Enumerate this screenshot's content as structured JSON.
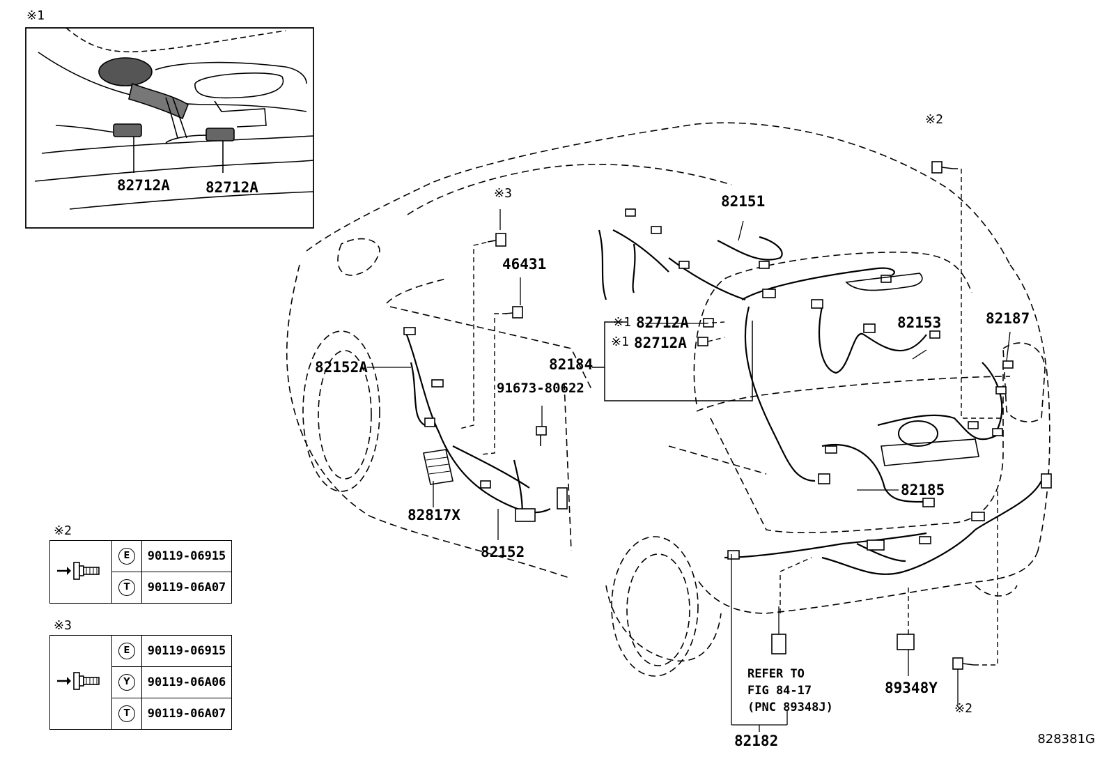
{
  "inset": {
    "marker": "※1",
    "labels": [
      "82712A",
      "82712A"
    ]
  },
  "marks": {
    "m1": "※1",
    "m2": "※2",
    "m3": "※3"
  },
  "parts": {
    "p82151": "82151",
    "p82153": "82153",
    "p82187": "82187",
    "p46431": "46431",
    "p82184": "82184",
    "p82152A": "82152A",
    "p91673": "91673-80622",
    "p82712A_1": "82712A",
    "p82712A_2": "82712A",
    "p82185": "82185",
    "p82817X": "82817X",
    "p82152": "82152",
    "p89348Y": "89348Y",
    "p82182": "82182"
  },
  "refer": {
    "line1": "REFER TO",
    "line2": "FIG 84-17",
    "line3": "(PNC 89348J)"
  },
  "legend2": {
    "marker": "※2",
    "rows": [
      {
        "code": "E",
        "part": "90119-06915"
      },
      {
        "code": "T",
        "part": "90119-06A07"
      }
    ]
  },
  "legend3": {
    "marker": "※3",
    "rows": [
      {
        "code": "E",
        "part": "90119-06915"
      },
      {
        "code": "Y",
        "part": "90119-06A06"
      },
      {
        "code": "T",
        "part": "90119-06A07"
      }
    ]
  },
  "figure_number": "828381G"
}
